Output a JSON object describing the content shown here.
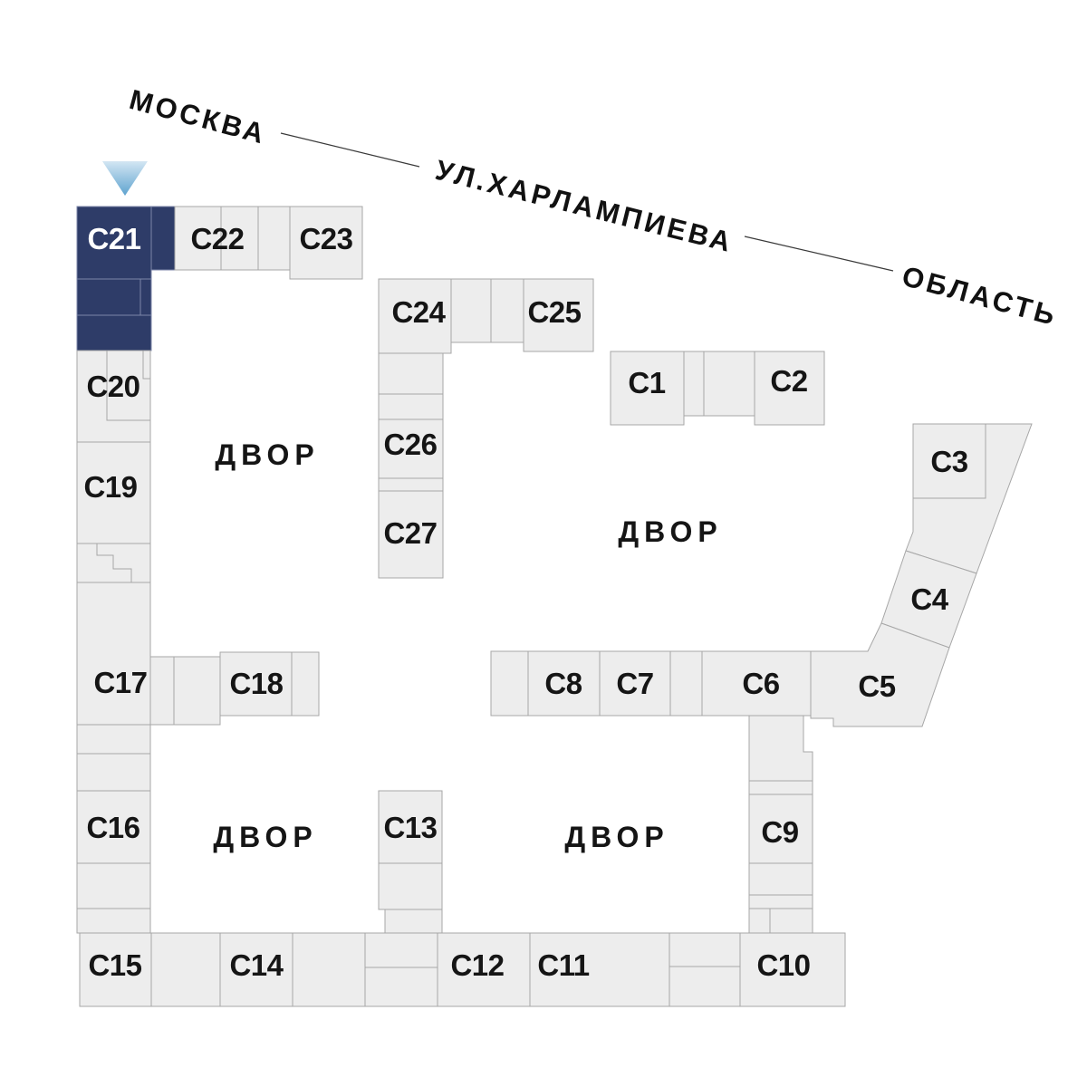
{
  "streets": {
    "left": "МОСКВА",
    "middle": "УЛ.ХАРЛАМПИЕВА",
    "right": "ОБЛАСТЬ"
  },
  "courtyards": {
    "top_left": "ДВОР",
    "top_right": "ДВОР",
    "bottom_left": "ДВОР",
    "bottom_right": "ДВОР"
  },
  "selected_building": {
    "label": "С21",
    "highlight_color": "#2E3C68"
  },
  "marker": {
    "shape": "arrow-down",
    "gradient_top": "#D3E6F3",
    "gradient_bottom": "#5EA3CF"
  },
  "buildings": {
    "c1": "С1",
    "c2": "С2",
    "c3": "С3",
    "c4": "С4",
    "c5": "С5",
    "c6": "С6",
    "c7": "С7",
    "c8": "С8",
    "c9": "С9",
    "c10": "С10",
    "c11": "С11",
    "c12": "С12",
    "c13": "С13",
    "c14": "С14",
    "c15": "С15",
    "c16": "С16",
    "c17": "С17",
    "c18": "С18",
    "c19": "С19",
    "c20": "С20",
    "c21": "С21",
    "c22": "С22",
    "c23": "С23",
    "c24": "С24",
    "c25": "С25",
    "c26": "С26",
    "c27": "С27"
  },
  "palette": {
    "block_fill": "#EDEDED",
    "block_border": "#A7A7A7",
    "highlight_fill": "#2E3C68",
    "text": "#151515",
    "street_line": "#3A3A3A"
  }
}
